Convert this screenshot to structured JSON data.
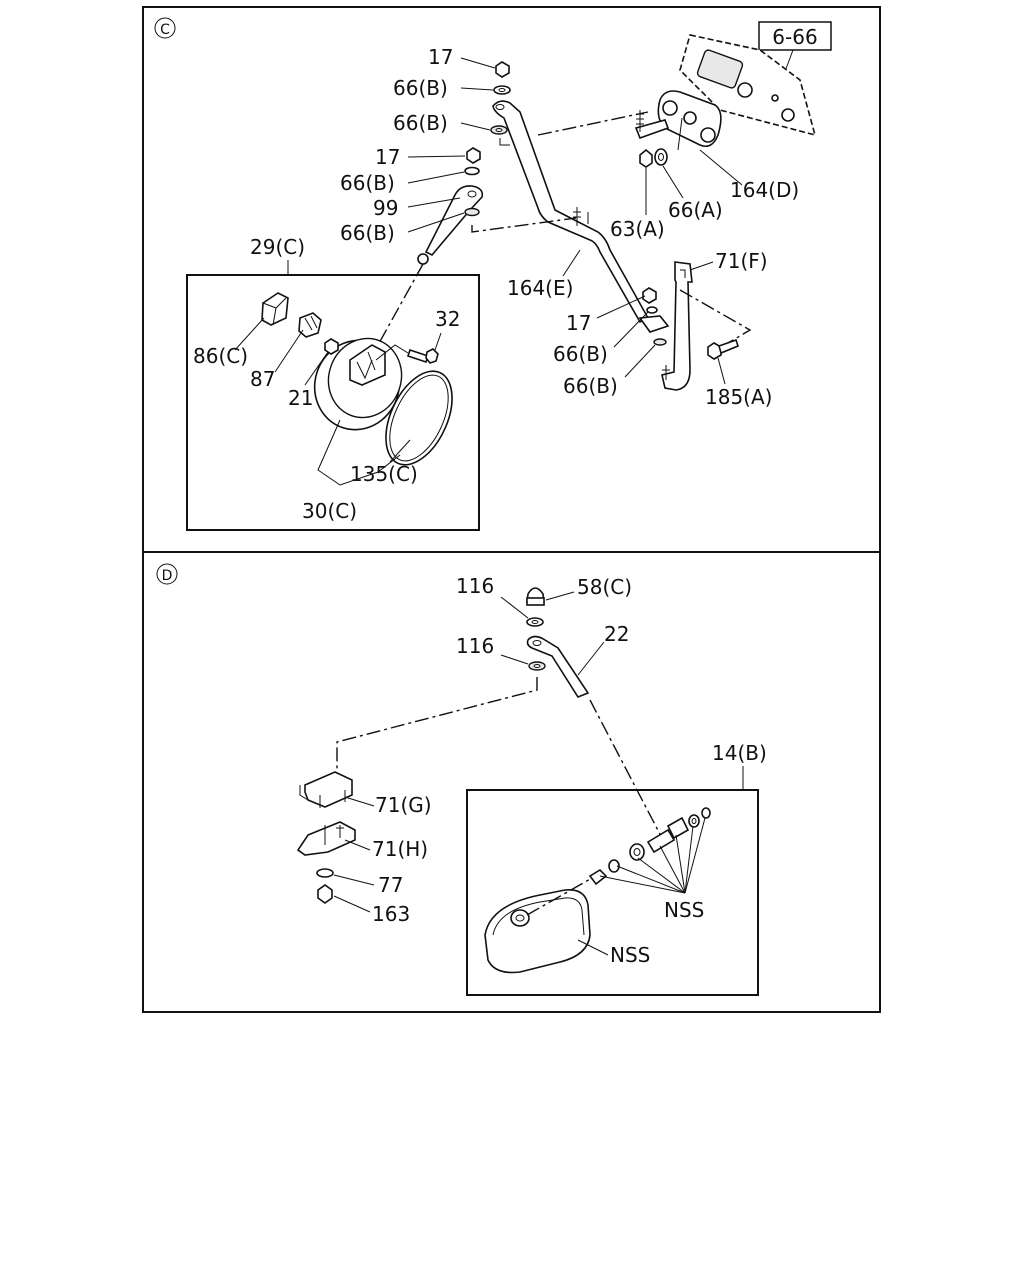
{
  "sections": {
    "c": {
      "marker": "C",
      "ref_box": "6-66",
      "labels": [
        "17",
        "66(B)",
        "66(B)",
        "17",
        "66(B)",
        "99",
        "66(B)",
        "29(C)",
        "86(C)",
        "87",
        "21",
        "32",
        "135(C)",
        "30(C)",
        "164(D)",
        "66(A)",
        "63(A)",
        "164(E)",
        "71(F)",
        "17",
        "66(B)",
        "66(B)",
        "185(A)"
      ]
    },
    "d": {
      "marker": "D",
      "labels": [
        "116",
        "58(C)",
        "116",
        "22",
        "14(B)",
        "71(G)",
        "71(H)",
        "77",
        "163",
        "NSS",
        "NSS"
      ]
    }
  }
}
